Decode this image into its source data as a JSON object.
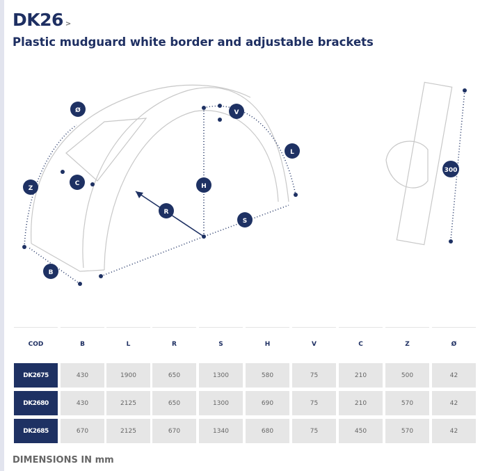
{
  "header": {
    "title": "DK26",
    "chevron": ">",
    "subtitle": "Plastic mudguard white border and adjustable brackets"
  },
  "diagram": {
    "markers": [
      "Ø",
      "Z",
      "C",
      "B",
      "R",
      "S",
      "H",
      "V",
      "L"
    ],
    "side_marker": "300"
  },
  "table": {
    "columns": [
      "COD",
      "B",
      "L",
      "R",
      "S",
      "H",
      "V",
      "C",
      "Z",
      "Ø"
    ],
    "rows": [
      [
        "DK2675",
        "430",
        "1900",
        "650",
        "1300",
        "580",
        "75",
        "210",
        "500",
        "42"
      ],
      [
        "DK2680",
        "430",
        "2125",
        "650",
        "1300",
        "690",
        "75",
        "210",
        "570",
        "42"
      ],
      [
        "DK2685",
        "670",
        "2125",
        "670",
        "1340",
        "680",
        "75",
        "450",
        "570",
        "42"
      ]
    ]
  },
  "footer": "DIMENSIONS IN mm",
  "colors": {
    "navy": "#1e3163",
    "cell": "#e6e6e6"
  }
}
